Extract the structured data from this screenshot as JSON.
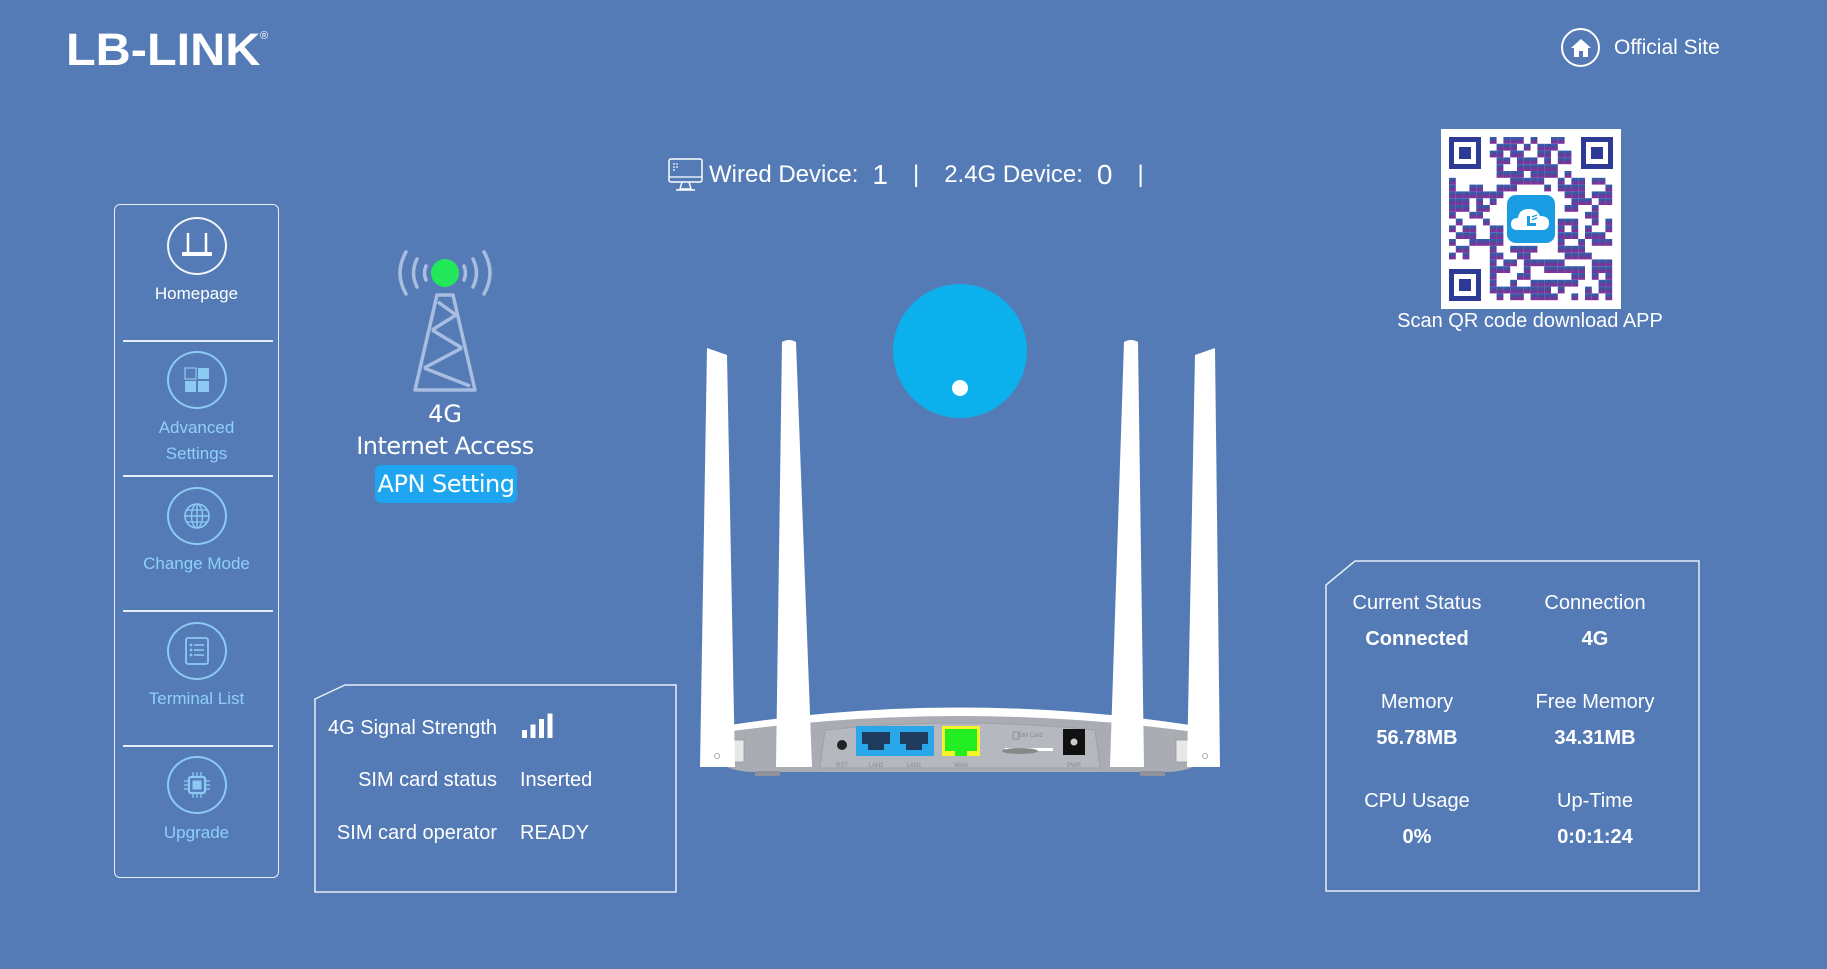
{
  "brand": {
    "logo_text": "LB-LINK",
    "registered_mark": "®"
  },
  "header": {
    "official_site_label": "Official Site",
    "official_site_icon": "home-icon"
  },
  "devices": {
    "icon": "monitor-icon",
    "wired_label": "Wired Device:",
    "wired_count": "1",
    "wifi24_label": "2.4G Device:",
    "wifi24_count": "0",
    "separator": "|"
  },
  "sidebar": {
    "items": [
      {
        "label": "Homepage",
        "icon": "router-icon",
        "active": true
      },
      {
        "label": "Advanced",
        "label2": "Settings",
        "icon": "grid-icon",
        "active": false
      },
      {
        "label": "Change Mode",
        "icon": "globe-icon",
        "active": false
      },
      {
        "label": "Terminal List",
        "icon": "list-icon",
        "active": false
      },
      {
        "label": "Upgrade",
        "icon": "chip-icon",
        "active": false
      }
    ]
  },
  "internet": {
    "type": "4G",
    "label": "Internet Access",
    "apn_button": "APN Setting",
    "status_color": "#22e85a"
  },
  "signal_panel": {
    "rows": [
      {
        "label": "4G Signal Strength",
        "value_bars": 4,
        "value_bars_total": 4
      },
      {
        "label": "SIM card status",
        "value": "Inserted"
      },
      {
        "label": "SIM card operator",
        "value": "READY"
      }
    ]
  },
  "router": {
    "ports": [
      "RST",
      "LAN2",
      "LAN1",
      "WAN",
      "SIM Card",
      "PWR"
    ],
    "lan_color": "#29a7e8",
    "wan_color": "#22ee22",
    "wan_border_color": "#f4f42a",
    "indicator_color": "#0bb0ec"
  },
  "qr": {
    "caption": "Scan QR code download APP",
    "center_icon": "cloud-app-icon"
  },
  "status_panel": {
    "cells": [
      {
        "label": "Current Status",
        "value": "Connected"
      },
      {
        "label": "Connection",
        "value": "4G"
      },
      {
        "label": "Memory",
        "value": "56.78MB"
      },
      {
        "label": "Free Memory",
        "value": "34.31MB"
      },
      {
        "label": "CPU Usage",
        "value": "0%"
      },
      {
        "label": "Up-Time",
        "value": "0:0:1:24"
      }
    ]
  },
  "colors": {
    "background": "#547bb6",
    "accent": "#1da6ef",
    "sidebar_text": "#8fd0fb"
  }
}
